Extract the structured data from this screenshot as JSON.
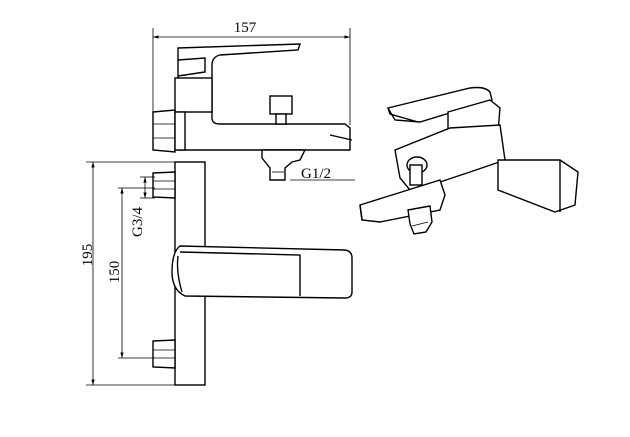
{
  "dimensions": {
    "width_top": "157",
    "height_total": "195",
    "inlet_spacing": "150",
    "inlet_thread": "G3/4",
    "outlet_thread": "G1/2"
  }
}
